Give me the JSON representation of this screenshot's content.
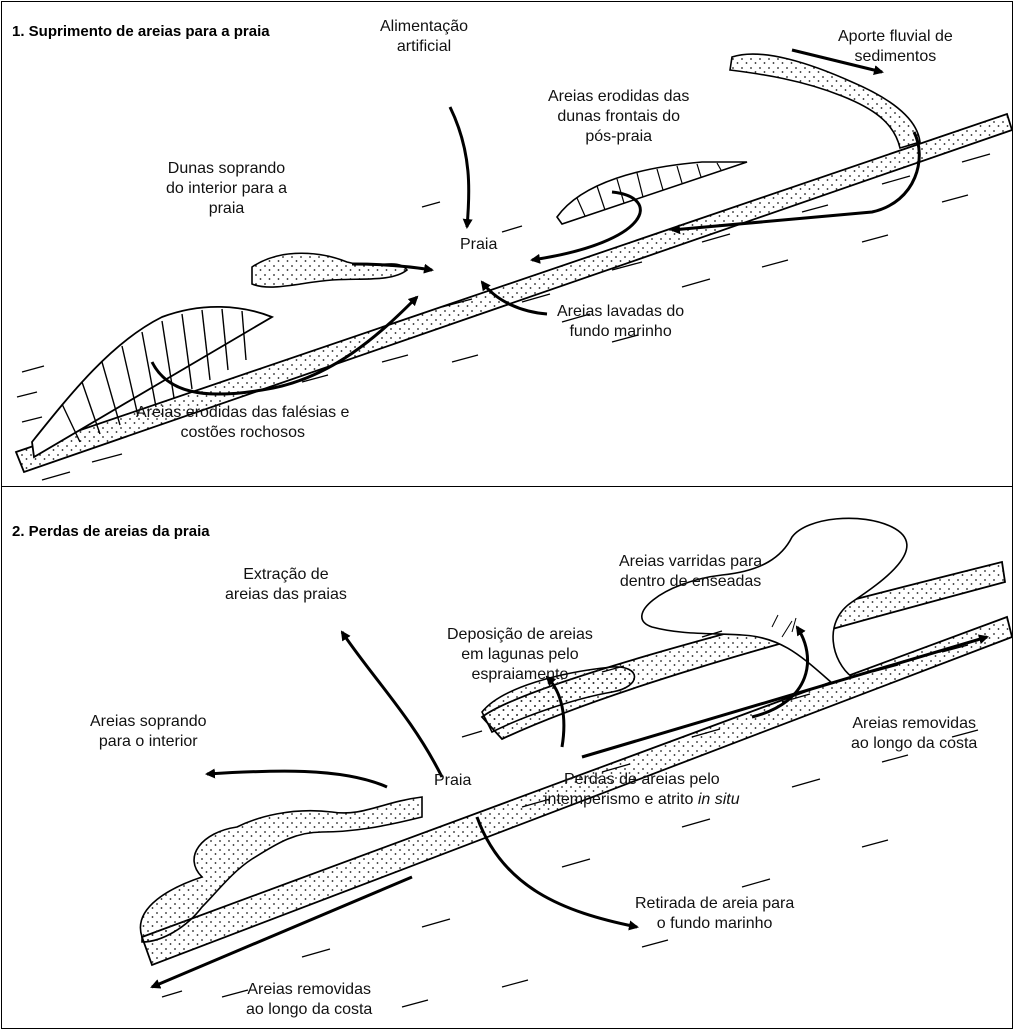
{
  "panel1": {
    "title": "1. Suprimento de areias para a praia",
    "labels": {
      "alimentacao": [
        "Alimentação",
        "artificial"
      ],
      "aporte": [
        "Aporte fluvial de",
        "sedimentos"
      ],
      "dunas_frontais": [
        "Areias erodidas das",
        "dunas frontais do",
        "pós-praia"
      ],
      "dunas_soprando": [
        "Dunas soprando",
        "do interior para a",
        "praia"
      ],
      "praia": "Praia",
      "lavadas": [
        "Areias lavadas do",
        "fundo marinho"
      ],
      "falesias": [
        "Areias erodidas das falésias e",
        "costões rochosos"
      ]
    }
  },
  "panel2": {
    "title": "2. Perdas de areias da praia",
    "labels": {
      "extracao": [
        "Extração de",
        "areias das praias"
      ],
      "varridas": [
        "Areias varridas para",
        "dentro de enseadas"
      ],
      "deposicao": [
        "Deposição de areias",
        "em lagunas pelo",
        "espraiamento"
      ],
      "soprando": [
        "Areias soprando",
        "para o interior"
      ],
      "removidas_direita": [
        "Areias removidas",
        "ao longo da costa"
      ],
      "praia": "Praia",
      "perdas_line1": "Perdas de areias pelo",
      "perdas_line2_prefix": "intemperismo e atrito ",
      "perdas_line2_italic": "in situ",
      "retirada": [
        "Retirada de areia para",
        "o fundo marinho"
      ],
      "removidas_esquerda": [
        "Areias removidas",
        "ao longo da costa"
      ]
    }
  }
}
